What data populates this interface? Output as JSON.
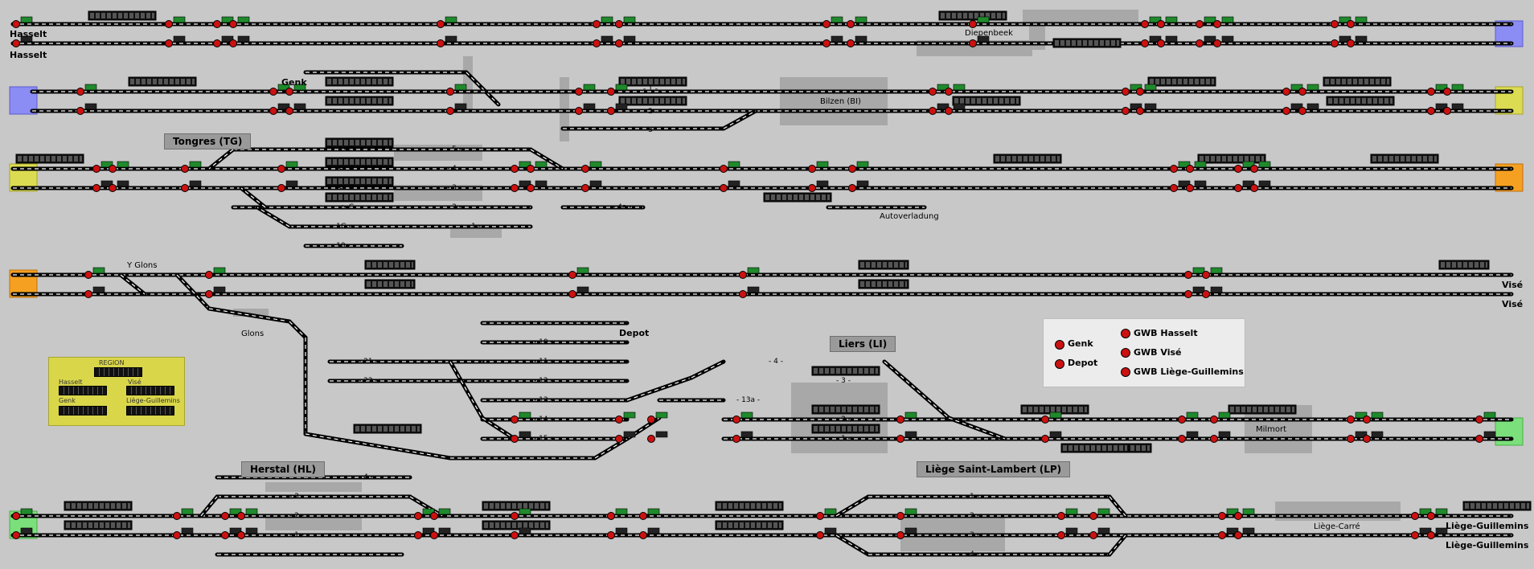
{
  "terminals": {
    "hasselt_1": "Hasselt",
    "hasselt_2": "Hasselt",
    "vise_1": "Visé",
    "vise_2": "Visé",
    "liege_g_1": "Liège-Guillemins",
    "liege_g_2": "Liège-Guillemins"
  },
  "stations": {
    "tongres": "Tongres (TG)",
    "liers": "Liers (LI)",
    "herstal": "Herstal (HL)",
    "liege_st_lambert": "Liège Saint-Lambert (LP)"
  },
  "places": {
    "genk": "Genk",
    "diepenbeek": "Diepenbeek",
    "bilzen": "Bilzen (BI)",
    "autoverladung": "Autoverladung",
    "y_glons": "Y Glons",
    "glons": "Glons",
    "depot": "Depot",
    "milmort": "Milmort",
    "liege_carre": "Liège-Carré"
  },
  "track_labels": {
    "b1": "- 1 -",
    "b2": "- 2 -",
    "b3": "- 3 -",
    "tg5": "- 5 -",
    "tg4": "- 4 -",
    "tg3": "- 3 -",
    "tg2": "- 2 -",
    "tg1g": "- 1G -",
    "tg1": "- 1 -",
    "tg10": "- 10 -",
    "g1": "<- G",
    "g2": "<- G",
    "g3": "<- G",
    "g4": "<- G",
    "t4a": "- 4a -",
    "d10": "- 10 -",
    "d11": "- 11 -",
    "d12": "- 12 -",
    "d13": "- 13 -",
    "d14": "- 14 -",
    "d15": "- 15 -",
    "d21": "- 21 -",
    "d22": "- 22 -",
    "li4": "- 4 -",
    "li3": "- 3 -",
    "li13a": "- 13a -",
    "li2": "- 2 -",
    "li1": "- 1 -",
    "hl4": "- 4 -",
    "hl3": "- 3 -",
    "hl2": "- 2 -",
    "hl1": "- 1 -",
    "lp1": "- 1 -",
    "lp2": "- 2 -",
    "lp3": "- 3 -",
    "lp4": "- 4 -"
  },
  "legend": {
    "genk": "Genk",
    "depot": "Depot",
    "gwb_hasselt": "GWB Hasselt",
    "gwb_vise": "GWB Visé",
    "gwb_liege": "GWB Liège-Guillemins"
  },
  "region": {
    "title": "REGION",
    "hasselt": "Hasselt",
    "vise": "Visé",
    "genk": "Genk",
    "liege": "Liège-Guillemins"
  },
  "colors": {
    "background": "#c8c8c8",
    "track": "#000000",
    "signal_red": "#cc1111",
    "signal_green": "#1f8a2c",
    "station_box": "#9a9a9a",
    "zone_grey": "#a8a8a8",
    "exit_blue": "#8c8cf5",
    "exit_yellow": "#dcdc52",
    "exit_orange": "#f5a020",
    "exit_green": "#7be07b",
    "region_panel": "#d9d64a"
  }
}
